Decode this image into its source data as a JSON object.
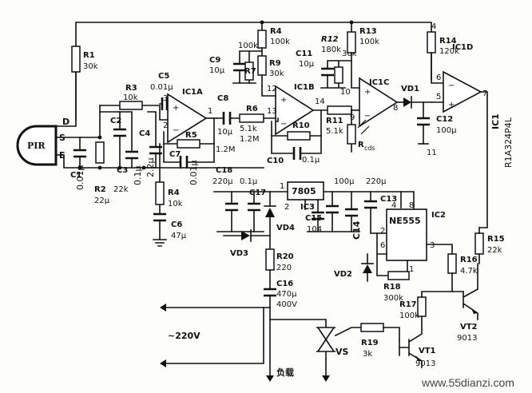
{
  "labels": {
    "pir": "PIR",
    "d": "D",
    "s": "S",
    "e": "E",
    "r1": "R1",
    "r1v": "30k",
    "r2": "R2",
    "r2v": "22μ",
    "r3": "R3",
    "r3v": "10k",
    "r4t": "R4",
    "r4tv": "100k",
    "r4b": "R4",
    "r4bv": "10k",
    "r5": "R5",
    "r5v": "1.2M",
    "r6": "R6",
    "r6v": "5.1k",
    "r6v2": "1.2M",
    "r7": "R7",
    "r7v": "100k",
    "r9": "R9",
    "r9v": "30k",
    "r10": "R10",
    "r10v": "0.1μ",
    "r11": "R11",
    "r11v": "5.1k",
    "r12": "R12",
    "r12v": "180k",
    "r13": "R13",
    "r13v": "100k",
    "r14": "R14",
    "r14v": "120k",
    "r15": "R15",
    "r15v": "22k",
    "r16": "R16",
    "r16v": "4.7k",
    "r17": "R17",
    "r17v": "100k",
    "r18": "R18",
    "r18v": "300k",
    "r19": "R19",
    "r19v": "3k",
    "r20": "R20",
    "r20v": "220",
    "c1": "C1",
    "c1v": "0.01μ",
    "c2": "C2",
    "c2v": "22k",
    "c3": "C3",
    "c3v": "0.1μ",
    "c4": "C4",
    "c4v": "2.2μ",
    "c5": "C5",
    "c5v": "0.01μ",
    "c6": "C6",
    "c6v": "47μ",
    "c7": "C7",
    "c7v": "0.01μ",
    "c8": "C8",
    "c8v": "10μ",
    "c9": "C9",
    "c9v": "10μ",
    "c10": "C10",
    "c11": "C11",
    "c11v": "10μ",
    "c12": "C12",
    "c12v": "100μ",
    "c13": "C13",
    "c14": "C14",
    "c15": "C15",
    "c15v": "104",
    "c16": "C16",
    "c16v": "470μ",
    "c16v2": "400V",
    "c17": "C17",
    "c18": "C18",
    "c18v": "220μ",
    "c18v2": "0.1μ",
    "c100": "100μ",
    "c220": "220μ",
    "ic1a": "IC1A",
    "ic1b": "IC1B",
    "ic1c": "IC1C",
    "ic1d": "IC1D",
    "ic1": "IC1",
    "ic1part": "R1A324P4L",
    "ic2": "IC2",
    "ne555": "NE555",
    "ic3": "IC3",
    "reg": "7805",
    "vd1": "VD1",
    "vd2": "VD2",
    "vd3": "VD3",
    "vd4": "VD4",
    "vt1": "VT1",
    "vt1p": "9013",
    "vt2": "VT2",
    "vt2p": "9013",
    "vs": "VS",
    "rcds": "R",
    "rcds_sub": "cds",
    "mains": "~220V",
    "load": "负载",
    "p1": "1",
    "p2": "2",
    "p3": "3",
    "p4": "4",
    "p5": "5",
    "p6": "6",
    "p7": "7",
    "p8": "8",
    "p9": "9",
    "p10": "10",
    "p11": "11",
    "p12": "12",
    "p13": "13",
    "p14": "14",
    "watermark": "www.55dianzi.com",
    "v100k": "100k",
    "v10u": "10μ",
    "v30k": "30k"
  }
}
